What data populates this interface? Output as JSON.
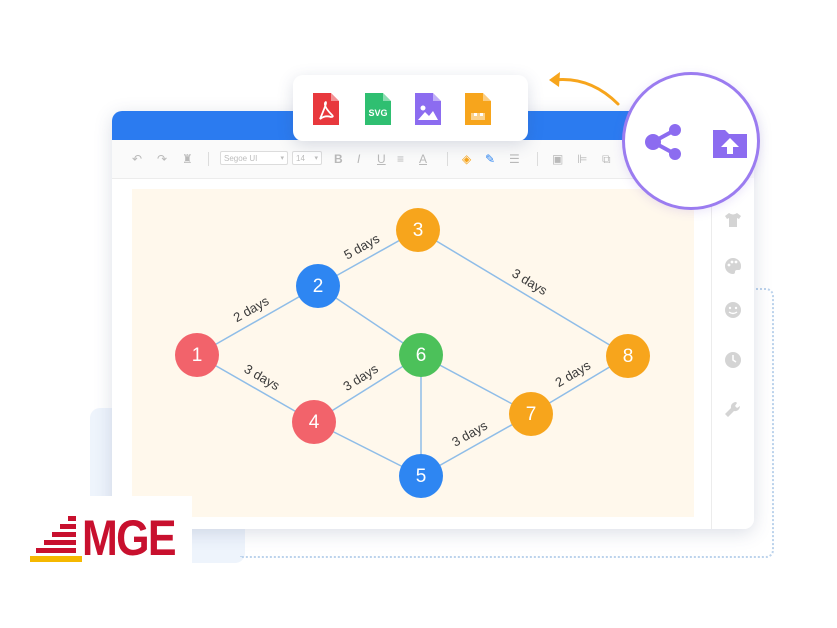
{
  "export_formats": [
    {
      "name": "pdf",
      "label": "",
      "color": "#e8383d"
    },
    {
      "name": "svg",
      "label": "SVG",
      "color": "#2fbf71"
    },
    {
      "name": "image",
      "label": "",
      "color": "#8c6cf0"
    },
    {
      "name": "archive",
      "label": "",
      "color": "#f7a51c"
    }
  ],
  "toolbar": {
    "font_select": "Segoe UI",
    "size_select": "14",
    "bold": "B",
    "italic": "I",
    "underline": "U",
    "align": "≡",
    "text_color": "A"
  },
  "share_panel": {
    "share_icon": "share-icon",
    "upload_icon": "folder-upload-icon",
    "accent_color": "#9b7cf0"
  },
  "diagram": {
    "nodes": [
      {
        "id": "1",
        "label": "1",
        "color": "#f2636b"
      },
      {
        "id": "2",
        "label": "2",
        "color": "#2e86f2"
      },
      {
        "id": "3",
        "label": "3",
        "color": "#f7a51c"
      },
      {
        "id": "4",
        "label": "4",
        "color": "#f2636b"
      },
      {
        "id": "5",
        "label": "5",
        "color": "#2e86f2"
      },
      {
        "id": "6",
        "label": "6",
        "color": "#4cc15a"
      },
      {
        "id": "7",
        "label": "7",
        "color": "#f7a51c"
      },
      {
        "id": "8",
        "label": "8",
        "color": "#f7a51c"
      }
    ],
    "edges": [
      {
        "from": "1",
        "to": "2",
        "label": "2 days"
      },
      {
        "from": "2",
        "to": "3",
        "label": "5 days"
      },
      {
        "from": "3",
        "to": "8",
        "label": "3 days"
      },
      {
        "from": "1",
        "to": "4",
        "label": "3 days"
      },
      {
        "from": "4",
        "to": "6",
        "label": "3 days"
      },
      {
        "from": "2",
        "to": "6",
        "label": ""
      },
      {
        "from": "6",
        "to": "5",
        "label": ""
      },
      {
        "from": "4",
        "to": "5",
        "label": ""
      },
      {
        "from": "6",
        "to": "7",
        "label": ""
      },
      {
        "from": "5",
        "to": "7",
        "label": "3 days"
      },
      {
        "from": "7",
        "to": "8",
        "label": "2 days"
      }
    ]
  },
  "logo": {
    "text": "MGE",
    "color": "#c8102e",
    "stripe_color": "#f5b800"
  }
}
